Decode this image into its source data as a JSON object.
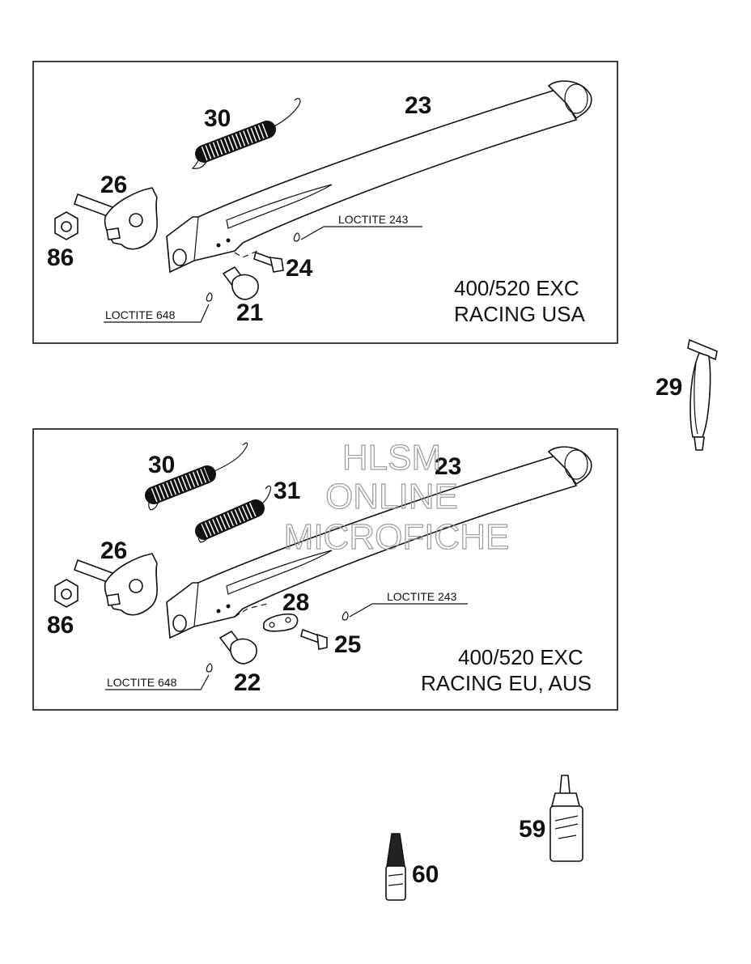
{
  "panels": [
    {
      "caption_line1": "400/520 EXC",
      "caption_line2": "RACING USA",
      "loctite_top": "LOCTITE 243",
      "loctite_bottom": "LOCTITE 648",
      "callouts": {
        "spring_a": "30",
        "stand": "23",
        "pivot": "26",
        "nut": "86",
        "bolt": "24",
        "stud": "21"
      }
    },
    {
      "caption_line1": "400/520 EXC",
      "caption_line2": "RACING EU, AUS",
      "loctite_top": "LOCTITE 243",
      "loctite_bottom": "LOCTITE 648",
      "callouts": {
        "spring_a": "30",
        "spring_b": "31",
        "stand": "23",
        "pivot": "26",
        "nut": "86",
        "bracket": "28",
        "bolt": "25",
        "stud": "22"
      }
    }
  ],
  "loose_parts": {
    "tool": "29",
    "loctite_bottle": "59",
    "tube": "60"
  },
  "watermark": {
    "line1": "HLSM",
    "line2": "ONLINE",
    "line3": "MICROFICHE"
  }
}
